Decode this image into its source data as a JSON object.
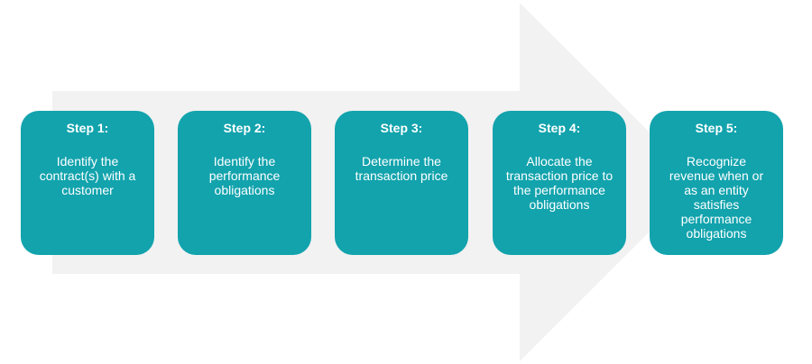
{
  "colors": {
    "box_fill": "#12A3AD",
    "arrow_fill": "#F2F2F2",
    "text": "#FFFFFF"
  },
  "steps": [
    {
      "title": "Step 1:",
      "description": "Identify the contract(s) with a customer"
    },
    {
      "title": "Step 2:",
      "description": "Identify the performance obligations"
    },
    {
      "title": "Step 3:",
      "description": "Determine the transaction price"
    },
    {
      "title": "Step 4:",
      "description": "Allocate the transaction price to the performance obligations"
    },
    {
      "title": "Step 5:",
      "description": "Recognize revenue when or as an entity satisfies performance obligations"
    }
  ]
}
